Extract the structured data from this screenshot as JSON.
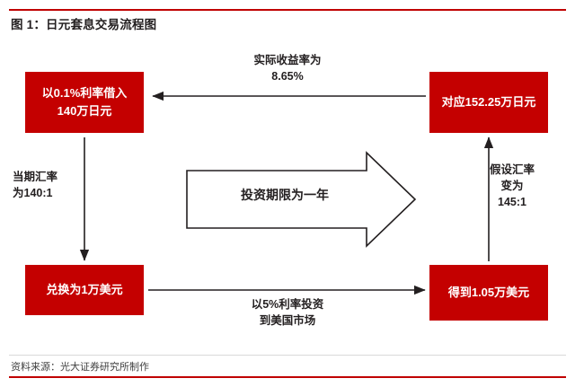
{
  "figure": {
    "title": "图 1：日元套息交易流程图",
    "source": "资料来源：光大证券研究所制作",
    "accent_color": "#C00000",
    "box_color": "#C40000",
    "text_color": "#231F20"
  },
  "boxes": {
    "top_left": "以0.1%利率借入140万日元",
    "top_right": "对应152.25万日元",
    "bottom_left": "兑换为1万美元",
    "bottom_right": "得到1.05万美元"
  },
  "labels": {
    "top_arrow": "实际收益率为\n8.65%",
    "left_arrow": "当期汇率\n为140:1",
    "right_arrow": "假设汇率\n变为\n145:1",
    "bottom_arrow": "以5%利率投资\n到美国市场",
    "center_banner": "投资期限为一年"
  },
  "chart_data": {
    "type": "diagram",
    "title": "日元套息交易流程图",
    "nodes": [
      {
        "id": "top_left",
        "label": "以0.1%利率借入140万日元",
        "position": "top-left"
      },
      {
        "id": "bottom_left",
        "label": "兑换为1万美元",
        "position": "bottom-left"
      },
      {
        "id": "bottom_right",
        "label": "得到1.05万美元",
        "position": "bottom-right"
      },
      {
        "id": "top_right",
        "label": "对应152.25万日元",
        "position": "top-right"
      }
    ],
    "edges": [
      {
        "from": "top_left",
        "to": "bottom_left",
        "label": "当期汇率为140:1",
        "direction": "down"
      },
      {
        "from": "bottom_left",
        "to": "bottom_right",
        "label": "以5%利率投资到美国市场",
        "direction": "right"
      },
      {
        "from": "bottom_right",
        "to": "top_right",
        "label": "假设汇率变为145:1",
        "direction": "up"
      },
      {
        "from": "top_right",
        "to": "top_left",
        "label": "实际收益率为8.65%",
        "direction": "left"
      }
    ],
    "annotation": "投资期限为一年"
  }
}
